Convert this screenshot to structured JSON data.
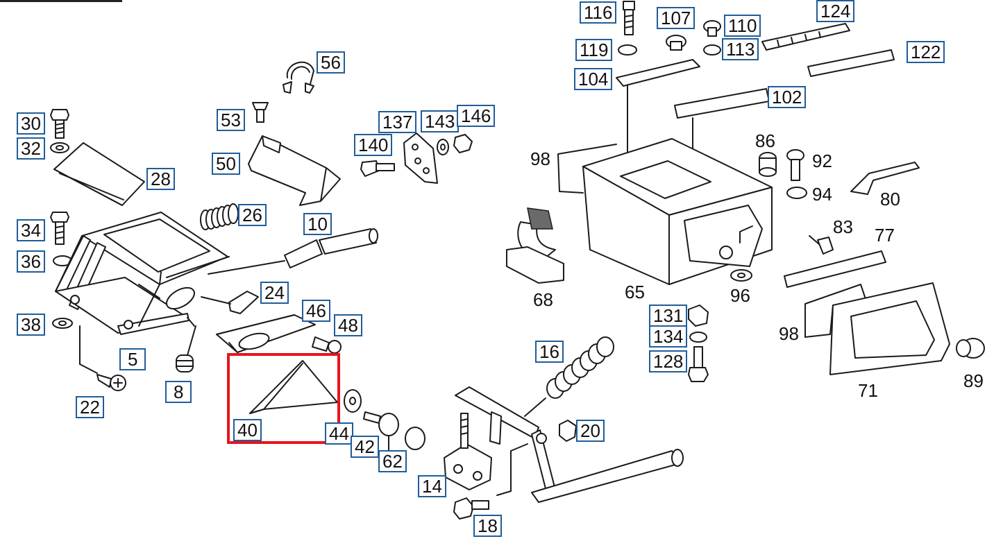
{
  "accent_color": "#1f5d99",
  "highlight_color": "#e8141b",
  "highlighted_part": "40",
  "boxed_callouts": [
    {
      "key": "c30",
      "label": "30"
    },
    {
      "key": "c32",
      "label": "32"
    },
    {
      "key": "c28",
      "label": "28"
    },
    {
      "key": "c34",
      "label": "34"
    },
    {
      "key": "c36",
      "label": "36"
    },
    {
      "key": "c38",
      "label": "38"
    },
    {
      "key": "c5",
      "label": "5"
    },
    {
      "key": "c8",
      "label": "8"
    },
    {
      "key": "c22",
      "label": "22"
    },
    {
      "key": "c53",
      "label": "53"
    },
    {
      "key": "c56",
      "label": "56"
    },
    {
      "key": "c50",
      "label": "50"
    },
    {
      "key": "c26",
      "label": "26"
    },
    {
      "key": "c10",
      "label": "10"
    },
    {
      "key": "c24",
      "label": "24"
    },
    {
      "key": "c46",
      "label": "46"
    },
    {
      "key": "c48",
      "label": "48"
    },
    {
      "key": "c40",
      "label": "40"
    },
    {
      "key": "c44",
      "label": "44"
    },
    {
      "key": "c42",
      "label": "42"
    },
    {
      "key": "c62",
      "label": "62"
    },
    {
      "key": "c137",
      "label": "137"
    },
    {
      "key": "c143",
      "label": "143"
    },
    {
      "key": "c146",
      "label": "146"
    },
    {
      "key": "c140",
      "label": "140"
    },
    {
      "key": "c116",
      "label": "116"
    },
    {
      "key": "c107",
      "label": "107"
    },
    {
      "key": "c110",
      "label": "110"
    },
    {
      "key": "c124",
      "label": "124"
    },
    {
      "key": "c119",
      "label": "119"
    },
    {
      "key": "c113",
      "label": "113"
    },
    {
      "key": "c122",
      "label": "122"
    },
    {
      "key": "c104",
      "label": "104"
    },
    {
      "key": "c102",
      "label": "102"
    },
    {
      "key": "c131",
      "label": "131"
    },
    {
      "key": "c134",
      "label": "134"
    },
    {
      "key": "c128",
      "label": "128"
    },
    {
      "key": "c16",
      "label": "16"
    },
    {
      "key": "c20",
      "label": "20"
    },
    {
      "key": "c14",
      "label": "14"
    },
    {
      "key": "c18",
      "label": "18"
    }
  ],
  "plain_labels": [
    {
      "key": "p98a",
      "label": "98"
    },
    {
      "key": "p86",
      "label": "86"
    },
    {
      "key": "p92",
      "label": "92"
    },
    {
      "key": "p94",
      "label": "94"
    },
    {
      "key": "p80",
      "label": "80"
    },
    {
      "key": "p83",
      "label": "83"
    },
    {
      "key": "p77",
      "label": "77"
    },
    {
      "key": "p68",
      "label": "68"
    },
    {
      "key": "p65",
      "label": "65"
    },
    {
      "key": "p96",
      "label": "96"
    },
    {
      "key": "p98b",
      "label": "98"
    },
    {
      "key": "p71",
      "label": "71"
    },
    {
      "key": "p89",
      "label": "89"
    }
  ]
}
